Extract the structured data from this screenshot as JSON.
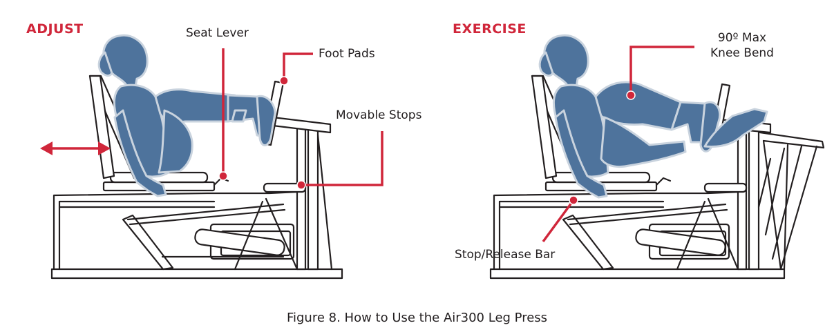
{
  "panels": {
    "adjust": {
      "title": "ADJUST",
      "labels": {
        "seat_lever": "Seat Lever",
        "foot_pads": "Foot Pads",
        "movable_stops": "Movable Stops"
      }
    },
    "exercise": {
      "title": "EXERCISE",
      "labels": {
        "knee_bend_line1": "90º Max",
        "knee_bend_line2": "Knee Bend",
        "stop_release_bar": "Stop/Release Bar"
      }
    }
  },
  "caption": {
    "figure_label": "Figure 8.",
    "text": "How to Use the Air300 Leg Press"
  },
  "colors": {
    "accent_red": "#d0263a",
    "figure_blue": "#4e739c",
    "figure_outline": "#c9d3de",
    "line_dark": "#231f20"
  },
  "icons": {
    "adjust_arrow": "double-headed-arrow-icon",
    "callout_marker": "red-dot-icon"
  }
}
